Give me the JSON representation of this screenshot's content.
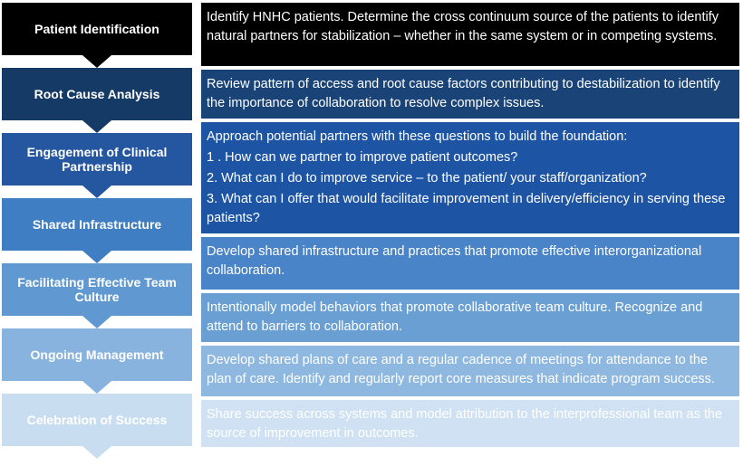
{
  "steps": [
    {
      "label": "Patient Identification",
      "color": "#000000"
    },
    {
      "label": "Root Cause Analysis",
      "color": "#163a66"
    },
    {
      "label": "Engagement of Clinical Partnership",
      "color": "#2557a0"
    },
    {
      "label": "Shared Infrastructure",
      "color": "#3f7ec3"
    },
    {
      "label": "Facilitating Effective Team Culture",
      "color": "#6099d1"
    },
    {
      "label": "Ongoing Management",
      "color": "#88b3de"
    },
    {
      "label": "Celebration of Success",
      "color": "#c9ddf0"
    }
  ],
  "descriptions": [
    {
      "text": "Identify HNHC patients.  Determine the cross continuum source of the patients to identify natural partners for stabilization – whether in the same system or in competing systems.",
      "color": "#000000"
    },
    {
      "text": "Review pattern of access and root cause factors contributing to destabilization to identify the importance of collaboration to resolve complex issues.",
      "color": "#1a4478"
    },
    {
      "intro": "Approach potential partners with these questions to build the foundation:",
      "questions": [
        "1 .  How can we partner to improve patient outcomes?",
        "2.  What can I do to improve service – to the patient/ your staff/organization?",
        "3.  What can I offer that would facilitate improvement in delivery/efficiency in serving these patients?"
      ],
      "color": "#1d55a4"
    },
    {
      "text": "Develop shared infrastructure and practices that promote effective interorganizational collaboration.",
      "color": "#4a84c8"
    },
    {
      "text": "Intentionally model behaviors that promote collaborative team culture.  Recognize and attend to barriers to collaboration.",
      "color": "#6a9fd4"
    },
    {
      "text": "Develop shared plans of care and a regular cadence of meetings for attendance to the plan of care.  Identify and regularly report core measures that indicate program success.",
      "color": "#8fb8e0"
    },
    {
      "text": "Share success across systems and model attribution to the interprofessional team as the source of improvement in outcomes.",
      "color": "#cfe1f2"
    }
  ]
}
